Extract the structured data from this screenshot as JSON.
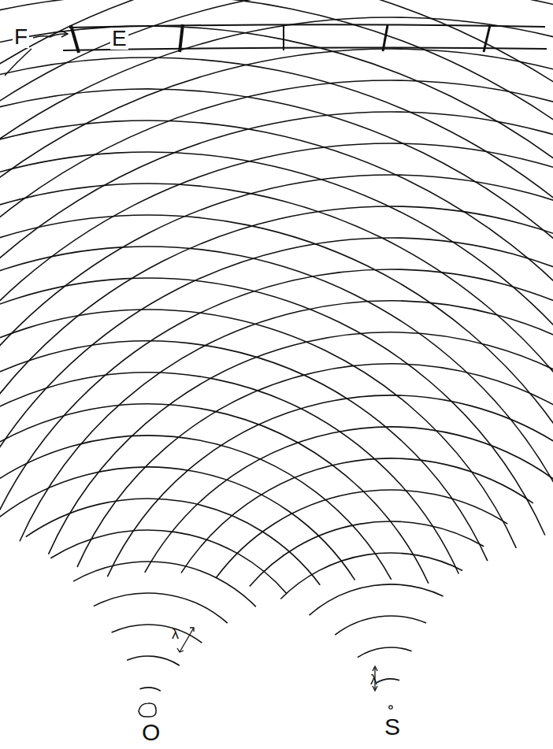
{
  "diagram": {
    "labels": [
      "F",
      "E",
      "λ",
      "λ",
      "O",
      "S"
    ]
  }
}
